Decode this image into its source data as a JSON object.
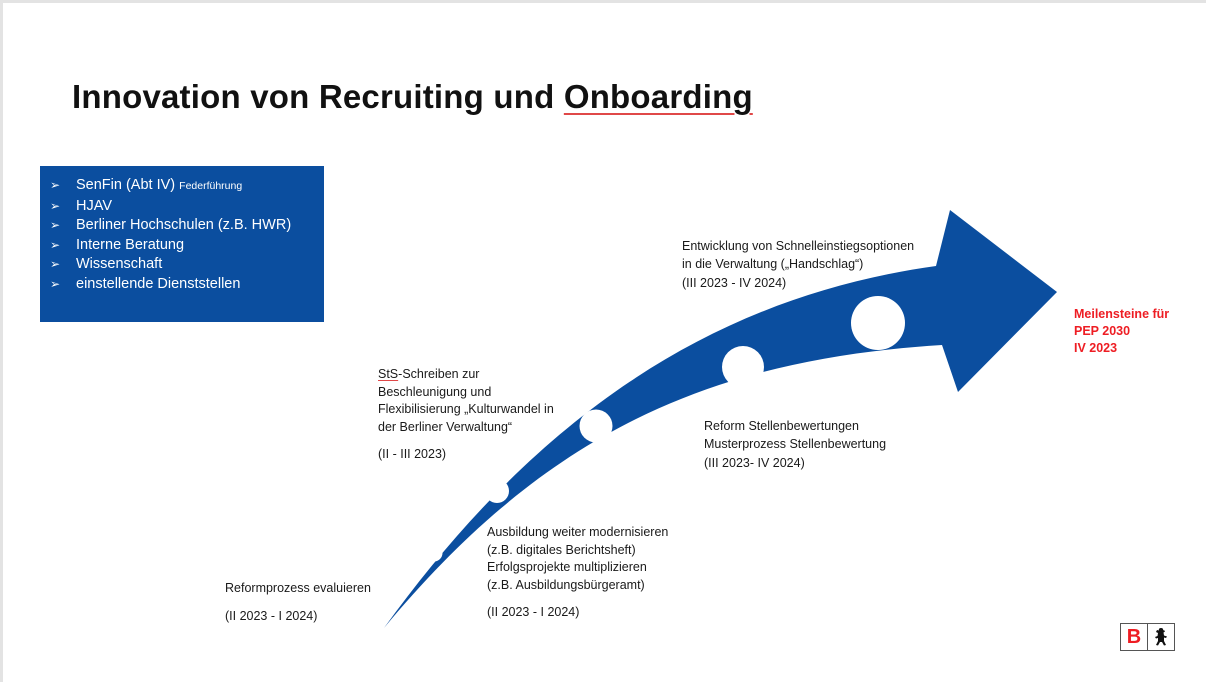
{
  "slide": {
    "title_part1": "Innovation von Recruiting und ",
    "title_part2": "Onboarding"
  },
  "stakeholders": {
    "items": [
      {
        "label": "SenFin (Abt IV)",
        "note": "Federführung"
      },
      {
        "label": "HJAV",
        "note": ""
      },
      {
        "label": "Berliner Hochschulen (z.B. HWR)",
        "note": ""
      },
      {
        "label": "Interne Beratung",
        "note": ""
      },
      {
        "label": "Wissenschaft",
        "note": ""
      },
      {
        "label": "einstellende Dienststellen",
        "note": ""
      }
    ]
  },
  "steps": {
    "reform": {
      "line1": "Reformprozess evaluieren",
      "period": "(II 2023 - I 2024)"
    },
    "ausbildung": {
      "line1": "Ausbildung weiter modernisieren",
      "line2": "(z.B. digitales Berichtsheft)",
      "line3": "Erfolgsprojekte multiplizieren",
      "line4": "(z.B. Ausbildungsbürgeramt)",
      "period": "(II 2023 - I 2024)"
    },
    "sts": {
      "line1_a": "StS",
      "line1_b": "-Schreiben zur",
      "line2": "Beschleunigung und",
      "line3": "Flexibilisierung „Kulturwandel in",
      "line4": "der Berliner Verwaltung“",
      "period": "(II - III 2023)"
    },
    "stellen": {
      "line1": "Reform Stellenbewertungen",
      "line2": "Musterprozess Stellenbewertung",
      "period": "(III 2023- IV 2024)"
    },
    "schnell": {
      "line1": "Entwicklung von Schnelleinstiegsoptionen",
      "line2": "in die Verwaltung („Handschlag“)",
      "period": "(III 2023 - IV 2024)"
    }
  },
  "milestone": {
    "line1": "Meilensteine für",
    "line2": "PEP 2030",
    "line3": "IV 2023"
  },
  "logo": {
    "letter": "B"
  },
  "colors": {
    "arrow_blue": "#0b4e9f",
    "milestone_red": "#ee1d23"
  }
}
